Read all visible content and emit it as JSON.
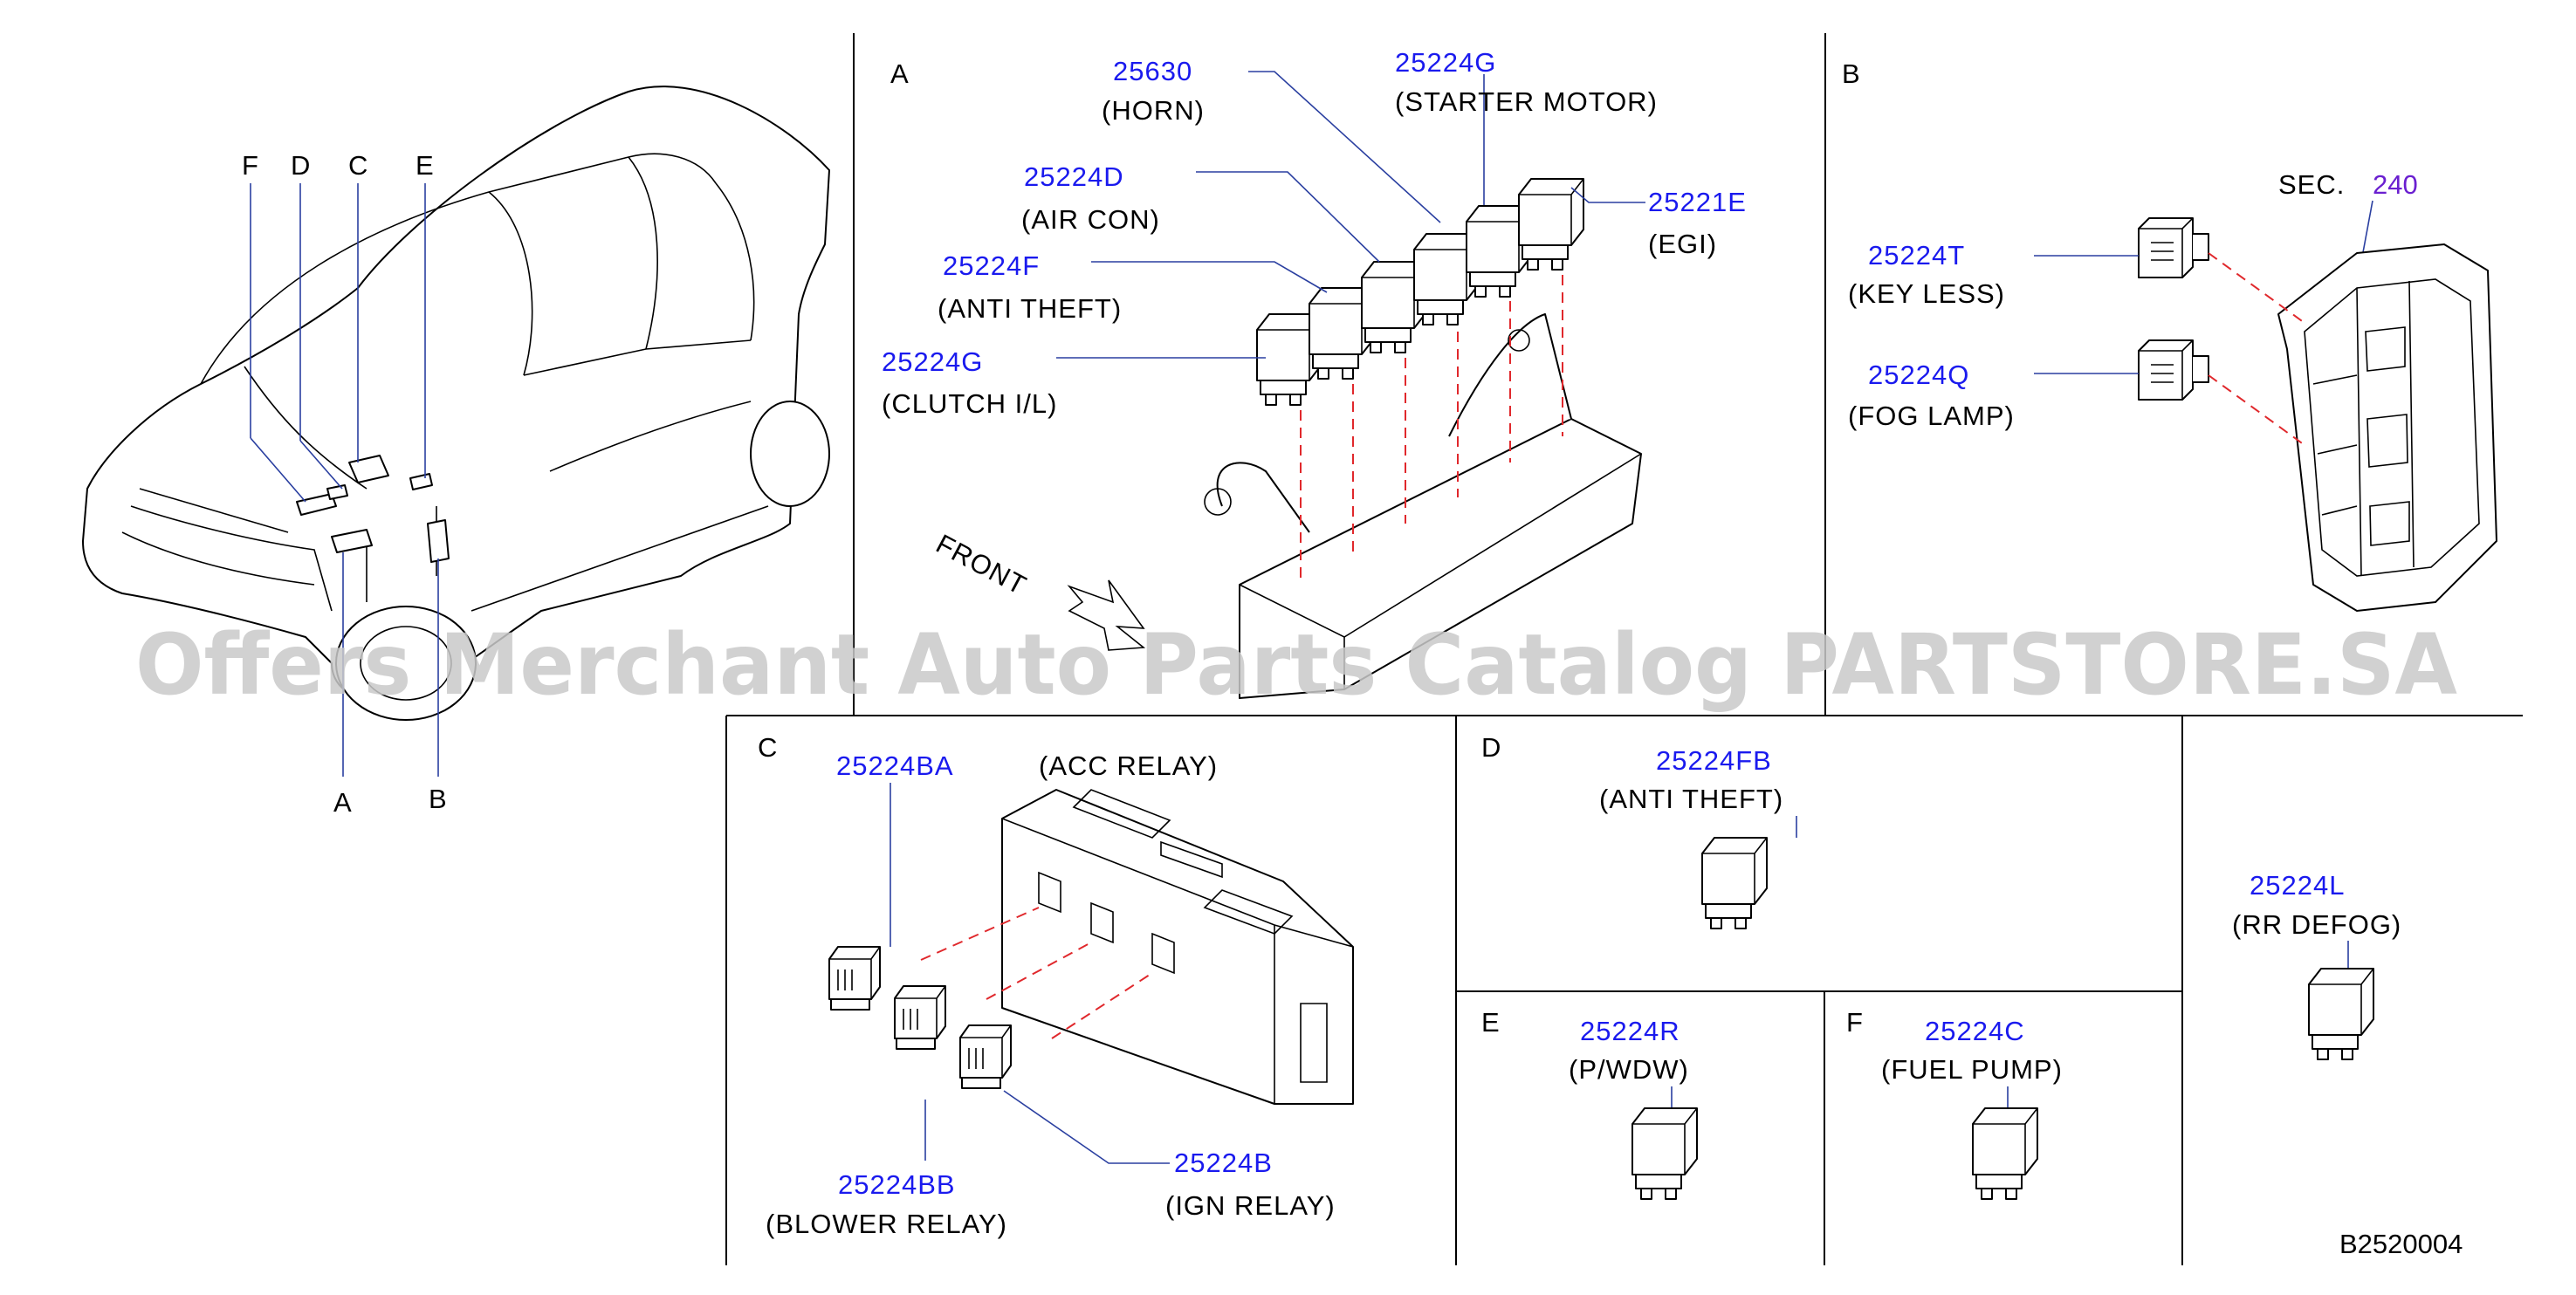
{
  "watermark": "Offers Merchant Auto Parts Catalog PARTSTORE.SA",
  "diagram_code": "B2520004",
  "vehicle_callouts": [
    "F",
    "D",
    "C",
    "E",
    "A",
    "B"
  ],
  "section_a": {
    "label": "A",
    "front_label": "FRONT",
    "parts": [
      {
        "number": "25630",
        "name": "(HORN)"
      },
      {
        "number": "25224G",
        "name": "(STARTER  MOTOR)"
      },
      {
        "number": "25224D",
        "name": "(AIR  CON)"
      },
      {
        "number": "25221E",
        "name": "(EGI)"
      },
      {
        "number": "25224F",
        "name": "(ANTI  THEFT)"
      },
      {
        "number": "25224G",
        "name": "(CLUTCH  I/L)"
      }
    ]
  },
  "section_b": {
    "label": "B",
    "sec_label": "SEC.",
    "sec_number": "240",
    "parts": [
      {
        "number": "25224T",
        "name": "(KEY  LESS)"
      },
      {
        "number": "25224Q",
        "name": "(FOG  LAMP)"
      }
    ]
  },
  "section_c": {
    "label": "C",
    "acc_relay": "(ACC  RELAY)",
    "parts": [
      {
        "number": "25224BA",
        "name": ""
      },
      {
        "number": "25224BB",
        "name": "(BLOWER  RELAY)"
      },
      {
        "number": "25224B",
        "name": "(IGN  RELAY)"
      }
    ]
  },
  "section_d": {
    "label": "D",
    "part": {
      "number": "25224FB",
      "name": "(ANTI  THEFT)"
    }
  },
  "section_e": {
    "label": "E",
    "part": {
      "number": "25224R",
      "name": "(P/WDW)"
    }
  },
  "section_f": {
    "label": "F",
    "part": {
      "number": "25224C",
      "name": "(FUEL  PUMP)"
    }
  },
  "extra_part": {
    "number": "25224L",
    "name": "(RR  DEFOG)"
  },
  "colors": {
    "part_number": "#1a1aee",
    "section_ref": "#6a1fd0",
    "dash": "#e0282c",
    "leader": "#2a3fa0"
  }
}
